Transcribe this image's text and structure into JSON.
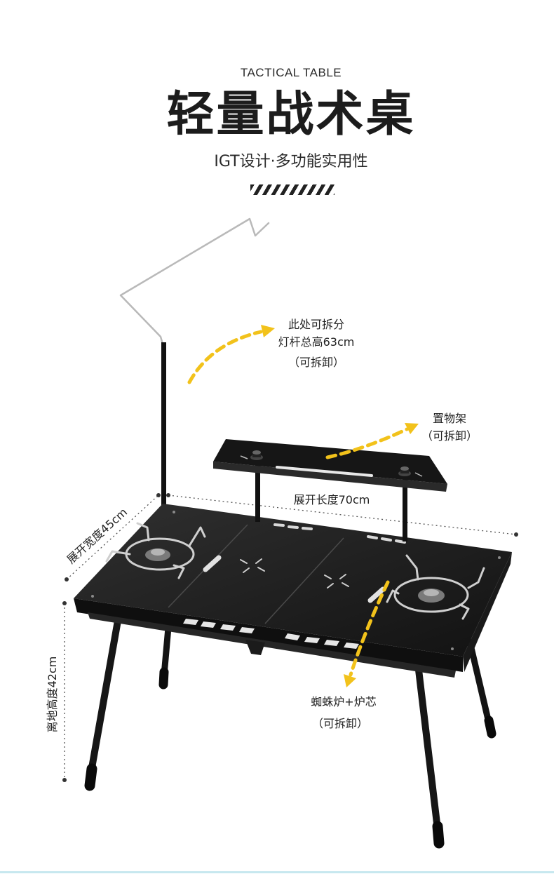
{
  "header": {
    "eyebrow": "TACTICAL TABLE",
    "title": "轻量战术桌",
    "subtitle": "IGT设计·多功能实用性"
  },
  "annotations": {
    "lamp": {
      "line1": "此处可拆分",
      "line2": "灯杆总高63cm",
      "line3": "（可拆卸）"
    },
    "shelf": {
      "line1": "置物架",
      "line2": "（可拆卸）"
    },
    "length": "展开长度70cm",
    "width": "展开宽度45cm",
    "height": "离地高度42cm",
    "stove": {
      "line1": "蜘蛛炉+炉芯",
      "line2": "（可拆卸）"
    }
  },
  "colors": {
    "accent": "#f2c21b",
    "table": "#1a1a1a",
    "metal": "#c8c8c8",
    "text": "#222222"
  },
  "icons": {
    "decoration": "diagonal-stripes"
  }
}
